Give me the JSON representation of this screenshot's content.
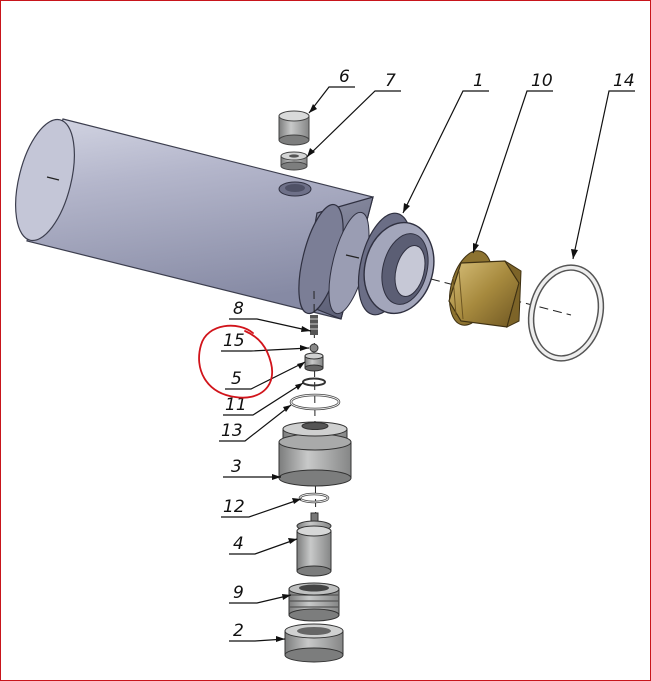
{
  "diagram": {
    "parts": [
      {
        "label": "1"
      },
      {
        "label": "2"
      },
      {
        "label": "3"
      },
      {
        "label": "4"
      },
      {
        "label": "5"
      },
      {
        "label": "6"
      },
      {
        "label": "7"
      },
      {
        "label": "8"
      },
      {
        "label": "9"
      },
      {
        "label": "10"
      },
      {
        "label": "11"
      },
      {
        "label": "12"
      },
      {
        "label": "13"
      },
      {
        "label": "14"
      },
      {
        "label": "15"
      }
    ],
    "highlight_color": "#d1141b",
    "body_color": "#aeb0c5",
    "brass_color": "#a78a3e",
    "steel_color": "#9fa1a1"
  }
}
